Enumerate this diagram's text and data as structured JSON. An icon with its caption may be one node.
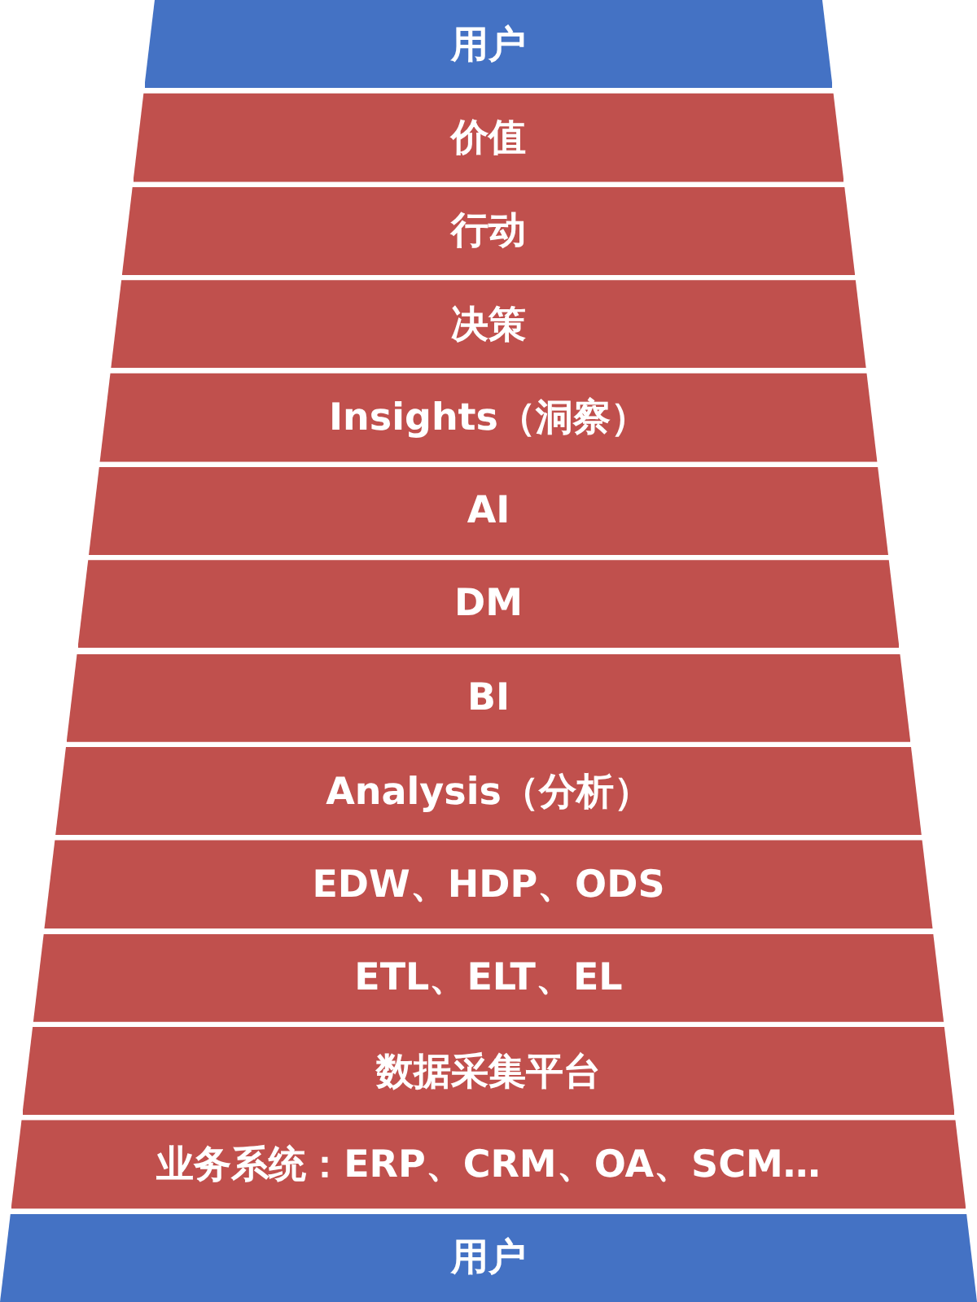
{
  "diagram": {
    "nodes": [
      {
        "text": [
          "用户"
        ]
      },
      {
        "text": [
          "价值"
        ]
      },
      {
        "text": [
          "行动"
        ]
      },
      {
        "text": [
          "决策"
        ]
      },
      {
        "text": [
          "Insights（洞察）"
        ]
      },
      {
        "text": [
          "AI"
        ]
      },
      {
        "text": [
          "DM"
        ]
      },
      {
        "text": [
          "BI"
        ]
      },
      {
        "text": [
          "Analysis（分析）"
        ]
      },
      {
        "text": [
          "EDW、HDP、ODS"
        ]
      },
      {
        "text": [
          "ETL、ELT、EL"
        ]
      },
      {
        "text": [
          "数据采集平台"
        ]
      },
      {
        "text": [
          "业务系统：ERP、CRM、OA、SCM…"
        ]
      },
      {
        "text": [
          "用户"
        ]
      }
    ]
  }
}
